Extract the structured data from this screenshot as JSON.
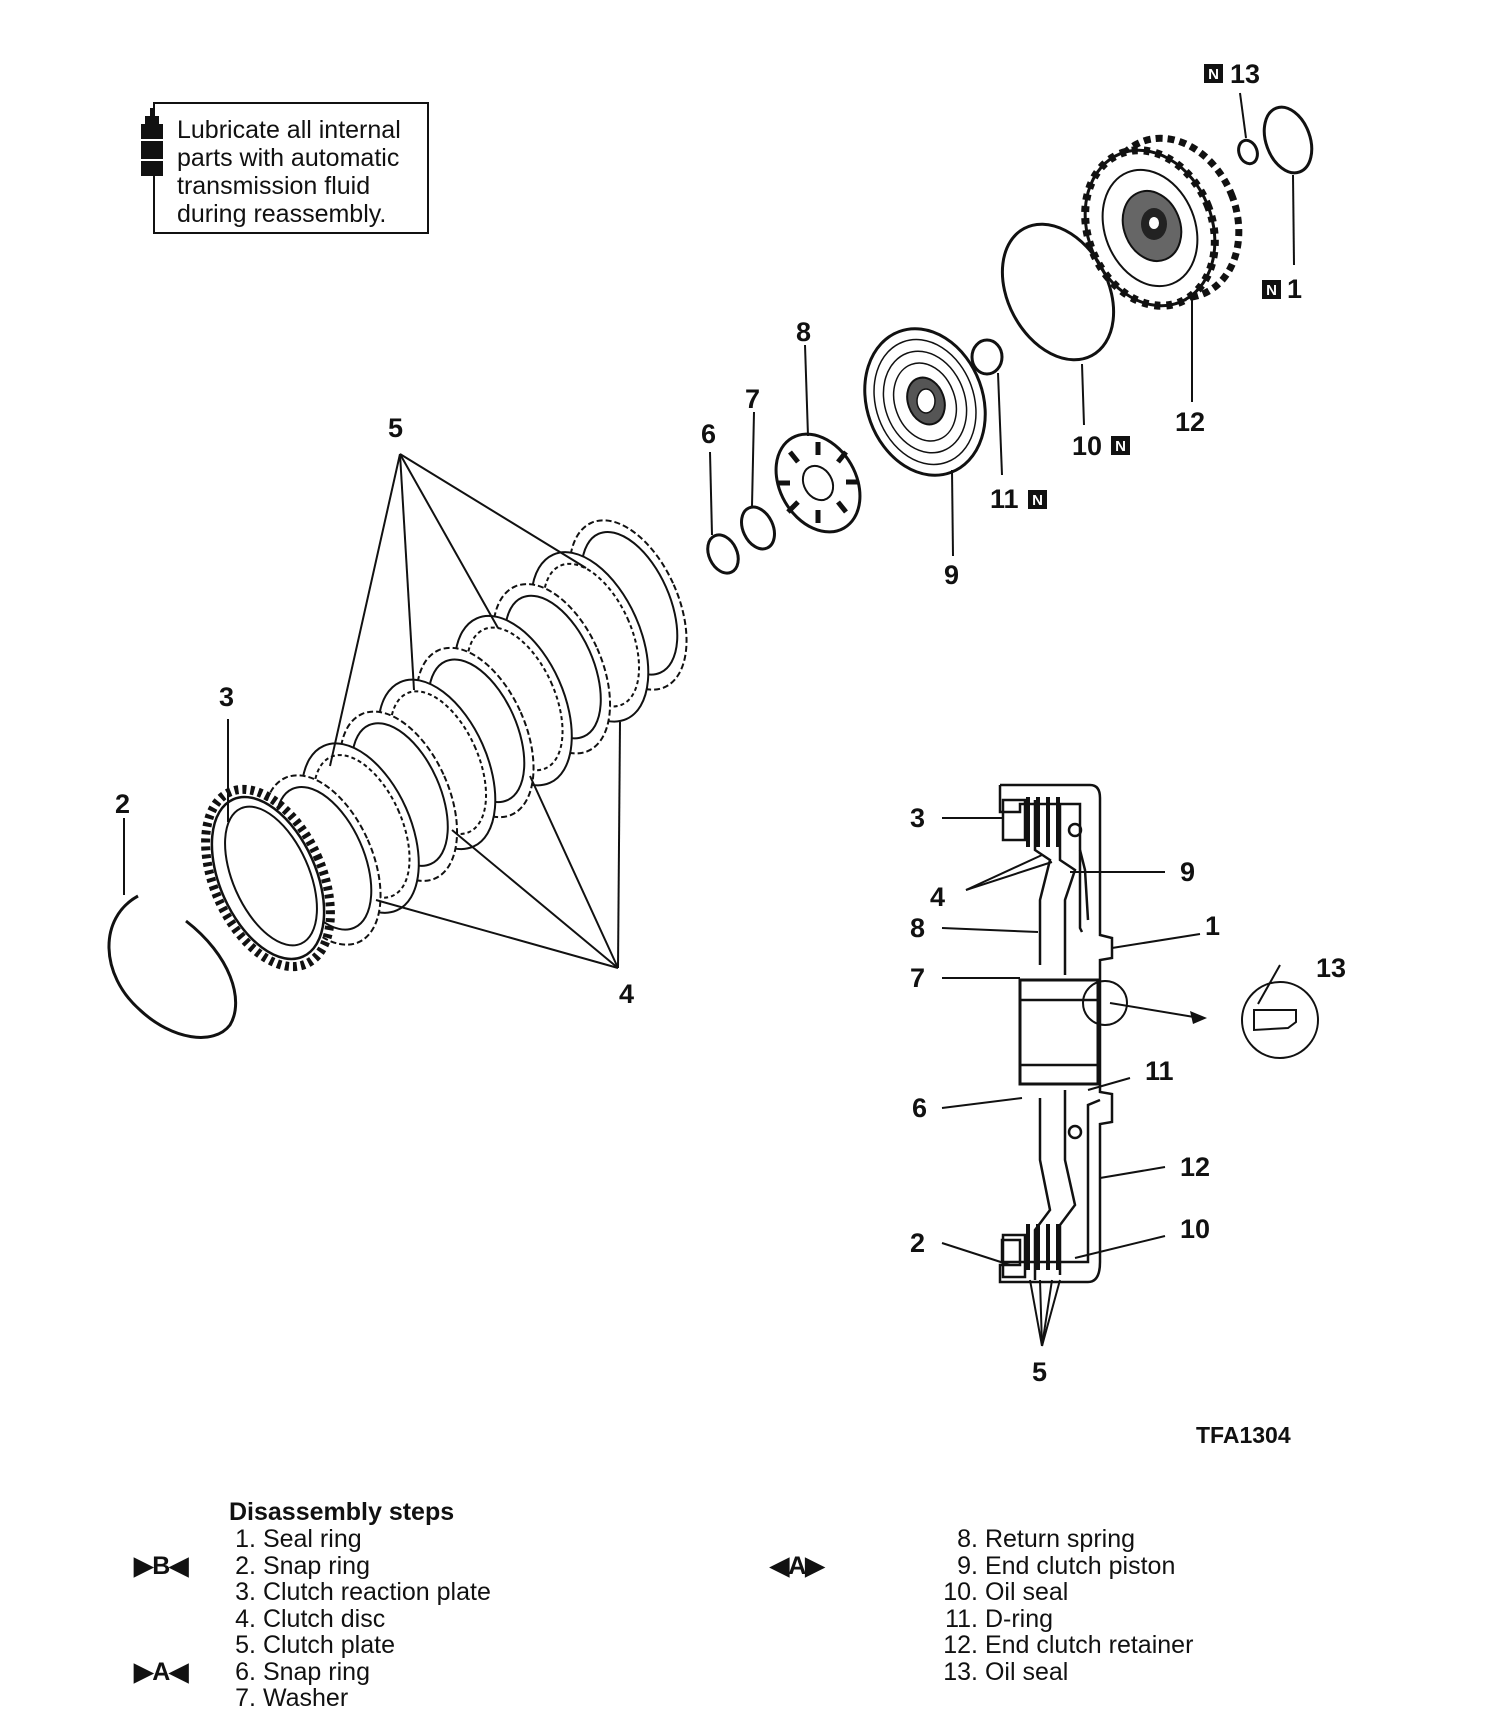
{
  "note": {
    "lines": [
      "Lubricate all internal",
      "parts with automatic",
      "transmission fluid",
      "during reassembly."
    ],
    "icon": "oil-can-icon"
  },
  "figure_code": "TFA1304",
  "new_part_badge": "N",
  "callouts": {
    "exploded": [
      "13",
      "1",
      "8",
      "7",
      "6",
      "9",
      "11",
      "10",
      "12",
      "5",
      "3",
      "2",
      "4"
    ],
    "section": [
      "3",
      "4",
      "8",
      "7",
      "6",
      "2",
      "9",
      "1",
      "13",
      "11",
      "12",
      "10",
      "5"
    ]
  },
  "disassembly": {
    "title": "Disassembly steps",
    "left_steps": [
      {
        "num": "1.",
        "text": "Seal ring"
      },
      {
        "num": "2.",
        "text": "Snap ring"
      },
      {
        "num": "3.",
        "text": "Clutch reaction plate"
      },
      {
        "num": "4.",
        "text": "Clutch disc"
      },
      {
        "num": "5.",
        "text": "Clutch plate"
      },
      {
        "num": "6.",
        "text": "Snap ring"
      },
      {
        "num": "7.",
        "text": "Washer"
      }
    ],
    "right_steps": [
      {
        "num": "8.",
        "text": "Return spring"
      },
      {
        "num": "9.",
        "text": "End clutch piston"
      },
      {
        "num": "10.",
        "text": "Oil seal"
      },
      {
        "num": "11.",
        "text": "D-ring"
      },
      {
        "num": "12.",
        "text": "End clutch retainer"
      },
      {
        "num": "13.",
        "text": "Oil seal"
      }
    ],
    "markers": {
      "step2": "▶B◀",
      "step6": "▶A◀",
      "step9": "◀A▶"
    }
  }
}
